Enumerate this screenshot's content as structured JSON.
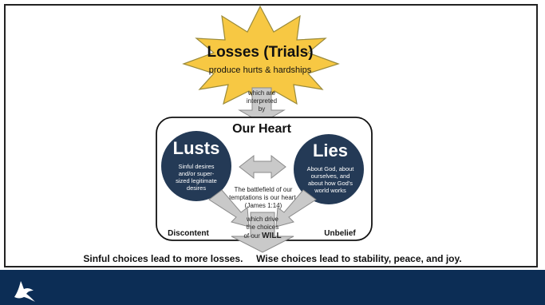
{
  "burst": {
    "title": "Losses (Trials)",
    "subtitle": "produce hurts & hardships",
    "fill": "#f7c843"
  },
  "interpreted_arrow": {
    "lines": [
      "which are",
      "interpreted",
      "by"
    ]
  },
  "heart": {
    "title": "Our Heart"
  },
  "lusts": {
    "title": "Lusts",
    "lines": [
      "Sinful desires",
      "and/or super-",
      "sized legitimate",
      "desires"
    ]
  },
  "lies": {
    "title": "Lies",
    "lines": [
      "About God, about",
      "ourselves, and",
      "about how God's",
      "world works"
    ]
  },
  "battlefield": {
    "lines": [
      "The battlefield of our",
      "temptations is our heart.",
      "(James 1:14)"
    ]
  },
  "drive_arrow": {
    "line1": "which drive",
    "line2": "the choices",
    "line3_prefix": "of our ",
    "line3_bold": "WILL"
  },
  "labels": {
    "discontent": "Discontent",
    "unbelief": "Unbelief"
  },
  "caption": {
    "left": "Sinful choices lead to more losses.",
    "right": "Wise choices lead to stability, peace, and joy."
  },
  "colors": {
    "circle": "#243a56",
    "arrow_fill": "#c9c9c9",
    "arrow_stroke": "#8a8a8a",
    "footer": "#0c2d55"
  },
  "footer": {
    "logo_icon": "eagle-logo-icon"
  }
}
